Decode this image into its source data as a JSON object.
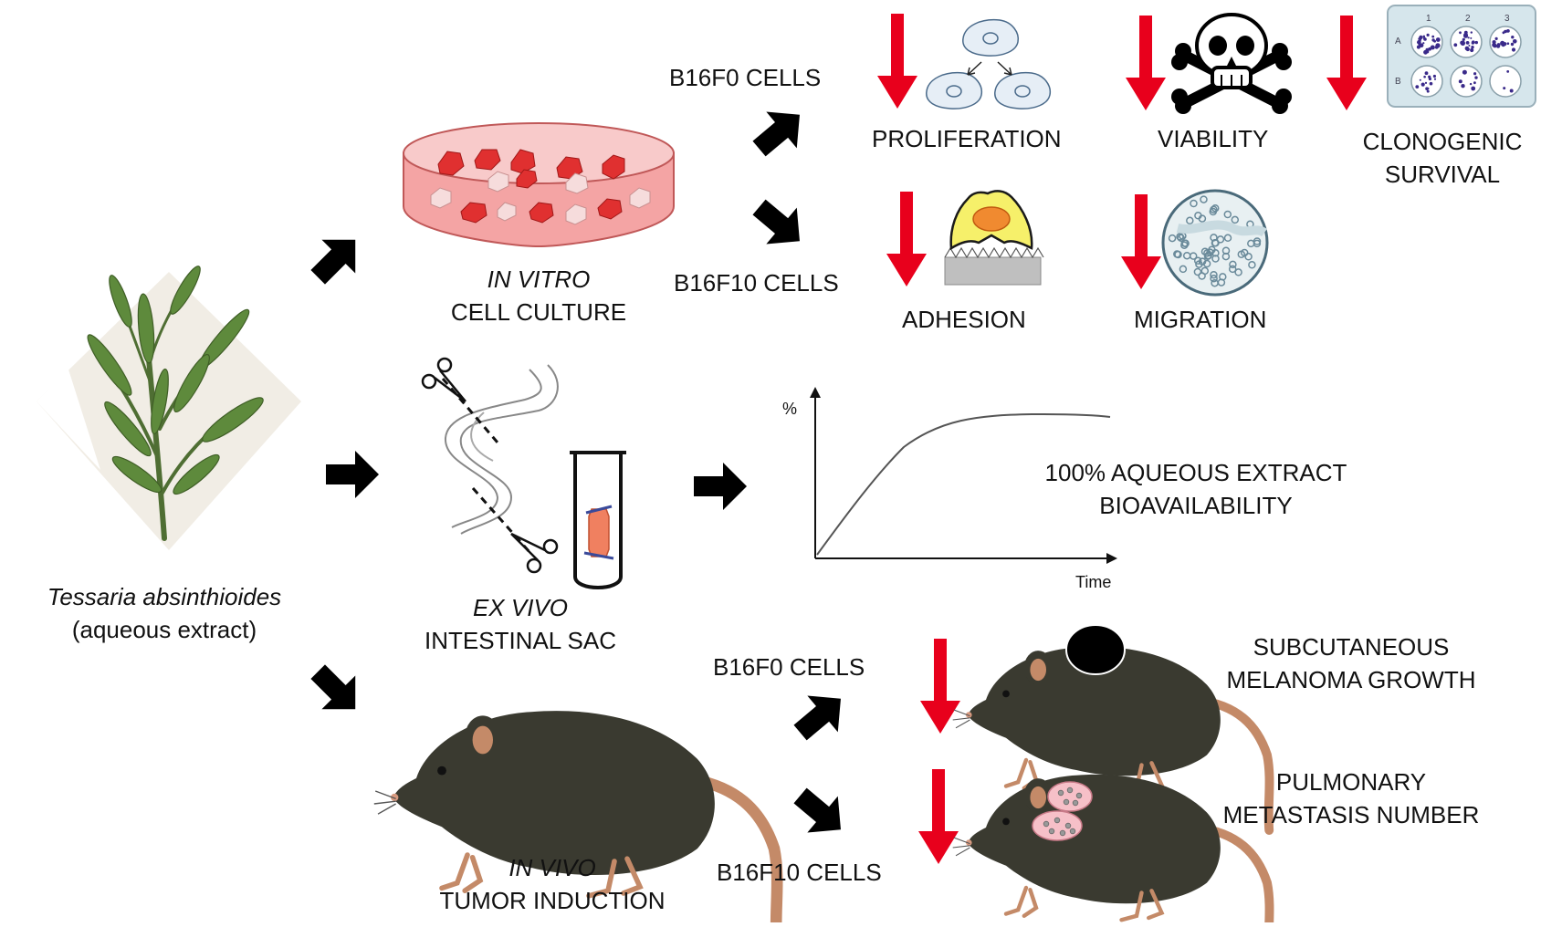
{
  "source": {
    "species": "Tessaria absinthioides",
    "preparation": "(aqueous extract)"
  },
  "in_vitro": {
    "italic": "IN VITRO",
    "label": "CELL CULTURE",
    "b16f0_label": "B16F0 CELLS",
    "b16f10_label": "B16F10 CELLS",
    "outcomes": {
      "proliferation": "PROLIFERATION",
      "viability": "VIABILITY",
      "clonogenic_line1": "CLONOGENIC",
      "clonogenic_line2": "SURVIVAL",
      "adhesion": "ADHESION",
      "migration": "MIGRATION"
    },
    "plate": {
      "cols": [
        "1",
        "2",
        "3"
      ],
      "rows": [
        "A",
        "B"
      ]
    }
  },
  "ex_vivo": {
    "italic": "EX VIVO",
    "label": "INTESTINAL SAC",
    "graph": {
      "ylabel": "%",
      "xlabel": "Time",
      "result_line1": "100% AQUEOUS EXTRACT",
      "result_line2": "BIOAVAILABILITY"
    }
  },
  "in_vivo": {
    "italic": "IN VIVO",
    "label": "TUMOR INDUCTION",
    "b16f0_label": "B16F0 CELLS",
    "b16f10_label": "B16F10 CELLS",
    "outcomes": {
      "subcutaneous_line1": "SUBCUTANEOUS",
      "subcutaneous_line2": "MELANOMA GROWTH",
      "pulmonary_line1": "PULMONARY",
      "pulmonary_line2": "METASTASIS NUMBER"
    }
  },
  "colors": {
    "decrease_arrow": "#e8001c",
    "flow_arrow": "#000000",
    "mouse_body": "#3a3a30",
    "mouse_tail": "#c48a68",
    "culture_pink": "#f4a4a4",
    "cell_red": "#e03030",
    "plant_green": "#5a7a3a"
  }
}
